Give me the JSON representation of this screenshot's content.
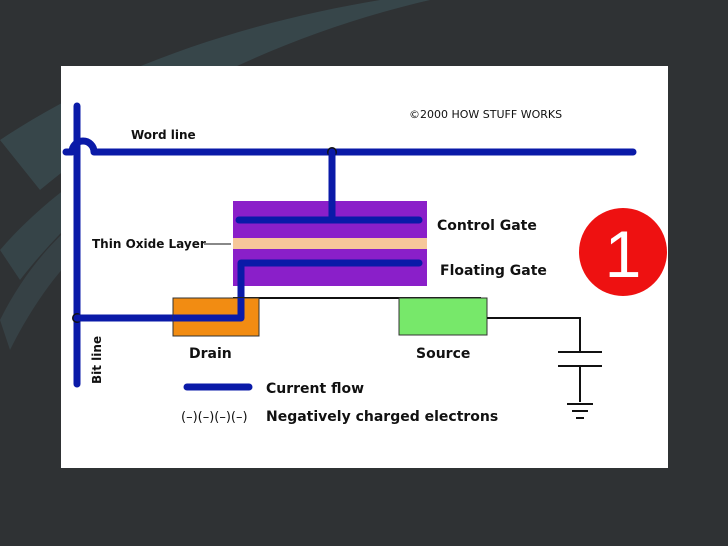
{
  "diagram": {
    "copyright": "©2000 HOW STUFF WORKS",
    "word_line": "Word line",
    "bit_line": "Bit line",
    "thin_oxide_layer": "Thin Oxide Layer",
    "control_gate": "Control Gate",
    "floating_gate": "Floating Gate",
    "drain": "Drain",
    "source": "Source",
    "step_number": "1",
    "legend": {
      "current_flow": "Current flow",
      "electrons_symbol": "(–)(–)(–)(–)",
      "electrons_label": "Negatively charged electrons"
    }
  },
  "colors": {
    "wire": "#0a1aa8",
    "gate": "#8a1fc9",
    "oxide": "#f6c79a",
    "drain": "#f28c12",
    "source": "#77e86a",
    "badge": "#ee1111",
    "background": "#2f3234"
  }
}
